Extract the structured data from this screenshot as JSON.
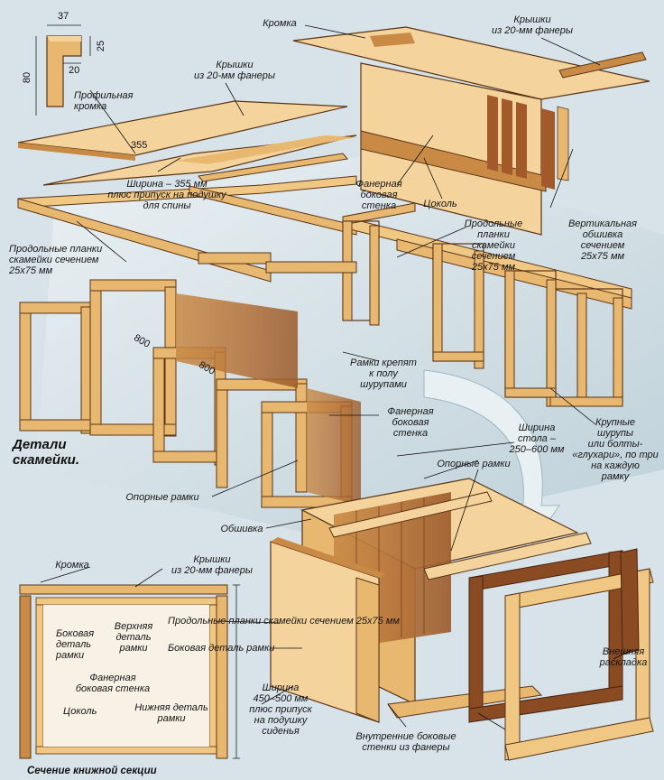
{
  "title": "Детали\nскамейки.",
  "profile": {
    "label": "Профильная\nкромка",
    "dims": [
      "37",
      "25",
      "20",
      "80"
    ]
  },
  "board_dims": [
    "355",
    "800",
    "800"
  ],
  "labels": {
    "edge_top": "Кромка",
    "lids_top_right": "Крышки\nиз 20-мм фанеры",
    "lids_top_left": "Крышки\nиз 20-мм фанеры",
    "width_355": "Ширина – 355 мм\nплюс припуск на подушку\nдля спины",
    "plywood_side_top": "Фанерная\nбоковая\nстенка",
    "plinth_top": "Цоколь",
    "long_slats_left": "Продольные планки\nскамейки сечением\n25x75 мм",
    "long_slats_right": "Продольные\nпланки\nскамейки\nсечением\n25x75 мм",
    "vertical_cladding": "Вертикальная\nобшивка\nсечением\n25x75 мм",
    "frames_fixing": "Рамки крепят\nк полу\nшурупами",
    "plywood_side_mid": "Фанерная\nбоковая\nстенка",
    "table_width": "Ширина\nстола –\n250–600 мм",
    "big_screws": "Крупные\nшурупы\nили болты-\n«глухари»,  по три\nна каждую\nрамку",
    "support_frames_right": "Опорные рамки",
    "support_frames_left": "Опорные рамки",
    "cladding": "Обшивка",
    "sec_edge": "Кромка",
    "sec_lids": "Крышки\nиз 20-мм фанеры",
    "sec_side_part": "Боковая\nдеталь\nрамки",
    "sec_top_part": "Верхняя\nдеталь\nрамки",
    "sec_plywood": "Фанерная\nбоковая стенка",
    "sec_plinth": "Цоколь",
    "sec_bottom_part": "Нижняя деталь\nрамки",
    "sec_long_slats": "Продольные планки скамейки сечением 25x75 мм",
    "sec_side_part2": "Боковая деталь рамки",
    "sec_width": "Ширина\n450–500 мм\nплюс припуск\nна подушку\nсиденья",
    "inner_walls": "Внутренние боковые\nстенки из фанеры",
    "outer_trim": "Внешняя\nраскладка"
  },
  "caption": "Сечение книжной секции",
  "colors": {
    "wood_light": "#f4d49c",
    "wood_mid": "#e9b870",
    "wood_dark": "#c98a45",
    "wood_shadow": "#8a4a22",
    "outline": "#5a3416",
    "bg": "#d7e3e9"
  }
}
